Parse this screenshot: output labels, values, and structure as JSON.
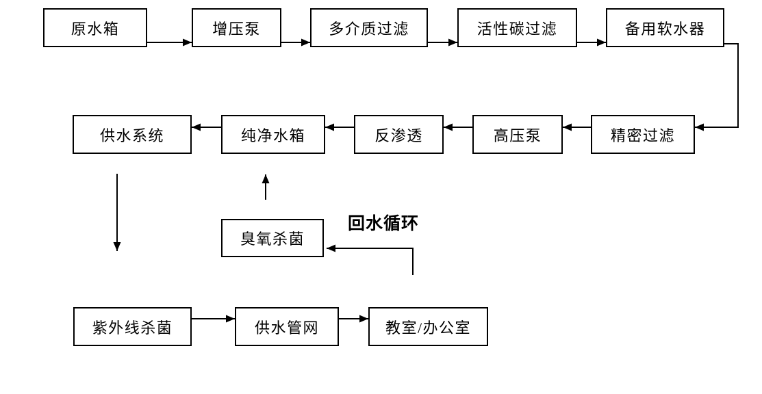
{
  "diagram": {
    "type": "flowchart",
    "colors": {
      "background": "#ffffff",
      "line": "#000000",
      "box_border": "#000000",
      "box_fill": "#ffffff",
      "text": "#000000"
    },
    "annotation": {
      "label": "回水循环"
    },
    "nodes": [
      {
        "id": "raw-water-tank",
        "label": "原水箱"
      },
      {
        "id": "booster-pump",
        "label": "增压泵"
      },
      {
        "id": "multimedia-filter",
        "label": "多介质过滤"
      },
      {
        "id": "activated-carbon-filter",
        "label": "活性碳过滤"
      },
      {
        "id": "backup-water-softener",
        "label": "备用软水器"
      },
      {
        "id": "water-supply-system",
        "label": "供水系统"
      },
      {
        "id": "pure-water-tank",
        "label": "纯净水箱"
      },
      {
        "id": "reverse-osmosis",
        "label": "反渗透"
      },
      {
        "id": "high-pressure-pump",
        "label": "高压泵"
      },
      {
        "id": "precision-filter",
        "label": "精密过滤"
      },
      {
        "id": "ozone-sterilizer",
        "label": "臭氧杀菌"
      },
      {
        "id": "uv-sterilizer",
        "label": "紫外线杀菌"
      },
      {
        "id": "supply-pipe-network",
        "label": "供水管网"
      },
      {
        "id": "classroom-office",
        "label": "教室/办公室"
      }
    ],
    "edges": [
      {
        "from": "raw-water-tank",
        "to": "booster-pump"
      },
      {
        "from": "booster-pump",
        "to": "multimedia-filter"
      },
      {
        "from": "multimedia-filter",
        "to": "activated-carbon-filter"
      },
      {
        "from": "activated-carbon-filter",
        "to": "backup-water-softener"
      },
      {
        "from": "backup-water-softener",
        "to": "precision-filter"
      },
      {
        "from": "precision-filter",
        "to": "high-pressure-pump"
      },
      {
        "from": "high-pressure-pump",
        "to": "reverse-osmosis"
      },
      {
        "from": "reverse-osmosis",
        "to": "pure-water-tank"
      },
      {
        "from": "pure-water-tank",
        "to": "water-supply-system"
      },
      {
        "from": "ozone-sterilizer",
        "to": "pure-water-tank"
      },
      {
        "from": "water-supply-system",
        "to": "uv-sterilizer"
      },
      {
        "from": "classroom-office",
        "to": "ozone-sterilizer",
        "label": "回水循环"
      },
      {
        "from": "uv-sterilizer",
        "to": "supply-pipe-network"
      },
      {
        "from": "supply-pipe-network",
        "to": "classroom-office"
      }
    ]
  }
}
